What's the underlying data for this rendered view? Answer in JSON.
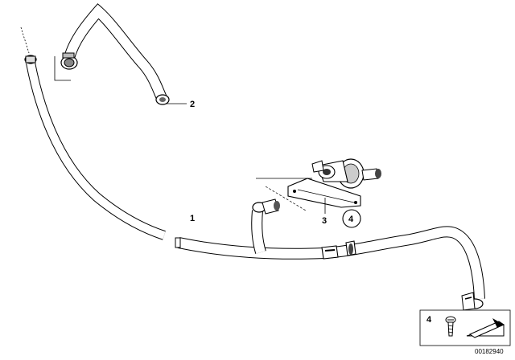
{
  "diagram": {
    "callouts": {
      "part_1": "1",
      "part_2": "2",
      "part_3": "3",
      "part_4_circled": "4"
    },
    "legend_box": {
      "item_number": "4"
    },
    "document_number": "00182940"
  }
}
